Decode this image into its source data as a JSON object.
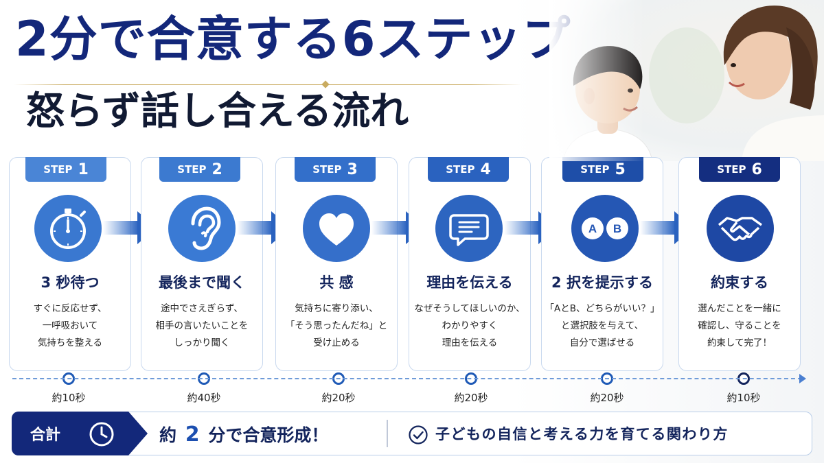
{
  "title": {
    "line1": "2分で合意する6ステップ",
    "line2": "怒らず話し合える流れ"
  },
  "steps": [
    {
      "label": "STEP",
      "number": "1",
      "icon": "stopwatch-icon",
      "title": "3 秒待つ",
      "desc": [
        "すぐに反応せず、",
        "一呼吸おいて",
        "気持ちを整える"
      ],
      "time": "約10秒",
      "tag_color": "#4a85d6",
      "circle_color": "#3a78d0"
    },
    {
      "label": "STEP",
      "number": "2",
      "icon": "ear-icon",
      "title": "最後まで聞く",
      "desc": [
        "途中でさえぎらず、",
        "相手の言いたいことを",
        "しっかり聞く"
      ],
      "time": "約40秒",
      "tag_color": "#3c7ad0",
      "circle_color": "#3a7ad4"
    },
    {
      "label": "STEP",
      "number": "3",
      "icon": "heart-icon",
      "title": "共 感",
      "desc": [
        "気持ちに寄り添い、",
        "「そう思ったんだね」と",
        "受け止める"
      ],
      "time": "約20秒",
      "tag_color": "#336fca",
      "circle_color": "#356fca"
    },
    {
      "label": "STEP",
      "number": "4",
      "icon": "chat-icon",
      "title": "理由を伝える",
      "desc": [
        "なぜそうしてほしいのか、",
        "わかりやすく",
        "理由を伝える"
      ],
      "time": "約20秒",
      "tag_color": "#2a62bf",
      "circle_color": "#2d65c0"
    },
    {
      "label": "STEP",
      "number": "5",
      "icon": "ab-choice-icon",
      "title": "2 択を提示する",
      "desc": [
        "「AとB、どちらがいい？」",
        "と選択肢を与えて、",
        "自分で選ばせる"
      ],
      "time": "約20秒",
      "tag_color": "#1e4ea8",
      "circle_color": "#2557b4"
    },
    {
      "label": "STEP",
      "number": "6",
      "icon": "handshake-icon",
      "title": "約束する",
      "desc": [
        "選んだことを一緒に",
        "確認し、守ることを",
        "約束して完了！"
      ],
      "time": "約10秒",
      "tag_color": "#142e80",
      "circle_color": "#1e48a4"
    }
  ],
  "total": {
    "label": "合計",
    "icon": "clock-icon",
    "main_prefix": "約",
    "main_num": "2",
    "main_suffix": "分で合意形成！",
    "tagline": "子どもの自信と考える力を育てる関わり方",
    "tagline_icon": "check-circle-icon"
  },
  "colors": {
    "navy": "#13277a",
    "accent_blue": "#2a62bf",
    "gold": "#c9ab60"
  }
}
